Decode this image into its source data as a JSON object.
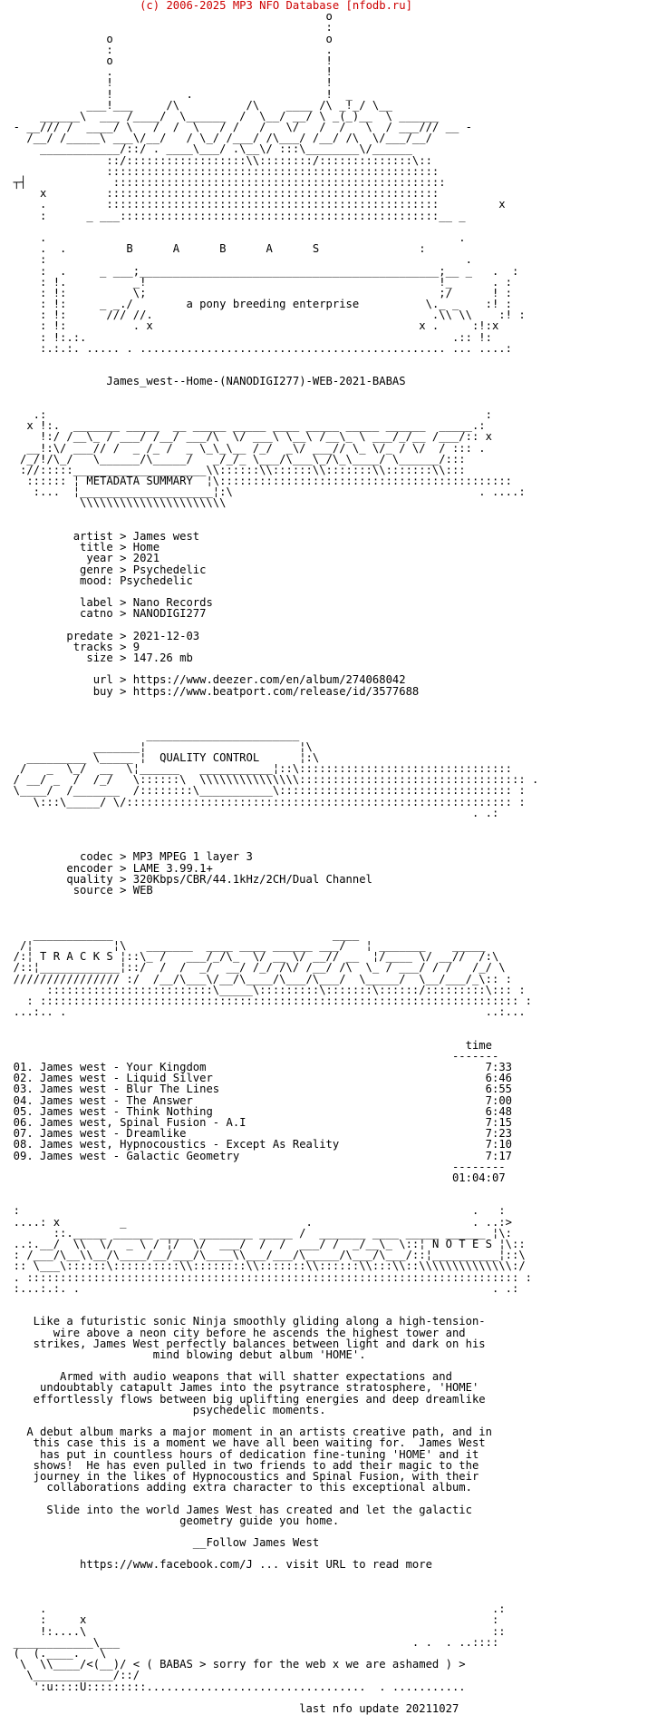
{
  "page": {
    "credit": "(c) 2006-2025 MP3 NFO Database [nfodb.ru]",
    "release_name": "James_west--Home-(NANODIGI277)-WEB-2021-BABAS",
    "group_letters": "B      A      B      A      S",
    "group_tagline": "a pony breeding enterprise",
    "sections": {
      "metadata": "METADATA SUMMARY",
      "quality": "QUALITY CONTROL",
      "tracks": "T R A C K S",
      "notes": "N O T E S"
    },
    "metadata": {
      "artist": "James west",
      "title": "Home",
      "year": "2021",
      "genre": "Psychedelic",
      "mood": "Psychedelic",
      "label": "Nano Records",
      "catno": "NANODIGI277",
      "predate": "2021-12-03",
      "tracks": "9",
      "size": "147.26 mb",
      "url": "https://www.deezer.com/en/album/274068042",
      "buy": "https://www.beatport.com/release/id/3577688"
    },
    "quality": {
      "codec": "MP3 MPEG 1 layer 3",
      "encoder": "LAME 3.99.1+",
      "quality": "320Kbps/CBR/44.1kHz/2CH/Dual Channel",
      "source": "WEB"
    },
    "tracklist": {
      "time_header": "time",
      "items": [
        {
          "num": "01.",
          "name": "James west - Your Kingdom",
          "time": "7:33"
        },
        {
          "num": "02.",
          "name": "James west - Liquid Silver",
          "time": "6:46"
        },
        {
          "num": "03.",
          "name": "James west - Blur The Lines",
          "time": "6:55"
        },
        {
          "num": "04.",
          "name": "James west - The Answer",
          "time": "7:00"
        },
        {
          "num": "05.",
          "name": "James west - Think Nothing",
          "time": "6:48"
        },
        {
          "num": "06.",
          "name": "James west, Spinal Fusion - A.I",
          "time": "7:15"
        },
        {
          "num": "07.",
          "name": "James west - Dreamlike",
          "time": "7:23"
        },
        {
          "num": "08.",
          "name": "James west, Hypnocoustics - Except As Reality",
          "time": "7:10"
        },
        {
          "num": "09.",
          "name": "James west - Galactic Geometry",
          "time": "7:17"
        }
      ],
      "total": "01:04:07"
    },
    "notes": {
      "paragraphs": [
        [
          "Like a futuristic sonic Ninja smoothly gliding along a high-tension-",
          "wire above a neon city before he ascends the highest tower and",
          "strikes, James West perfectly balances between light and dark on his",
          "mind blowing debut album 'HOME'."
        ],
        [
          "Armed with audio weapons that will shatter expectations and",
          "undoubtably catapult James into the psytrance stratosphere, 'HOME'",
          "effortlessly flows between big uplifting energies and deep dreamlike",
          "psychedelic moments."
        ],
        [
          "A debut album marks a major moment in an artists creative path, and in",
          "this case this is a moment we have all been waiting for.  James West",
          "has put in countless hours of dedication fine-tuning 'HOME' and it",
          "shows!  He has even pulled in two friends to add their magic to the",
          "journey in the likes of Hypnocoustics and Spinal Fusion, with their",
          "collaborations adding extra character to this exceptional album."
        ],
        [
          "Slide into the world James West has created and let the galactic",
          "geometry guide you home."
        ]
      ],
      "follow": "__Follow James West",
      "link": "https://www.facebook.com/J ... visit URL to read more"
    },
    "footer": {
      "sorry": "< ( BABAS > sorry for the web x we are ashamed ) >",
      "update": "last nfo update 20211027"
    }
  }
}
